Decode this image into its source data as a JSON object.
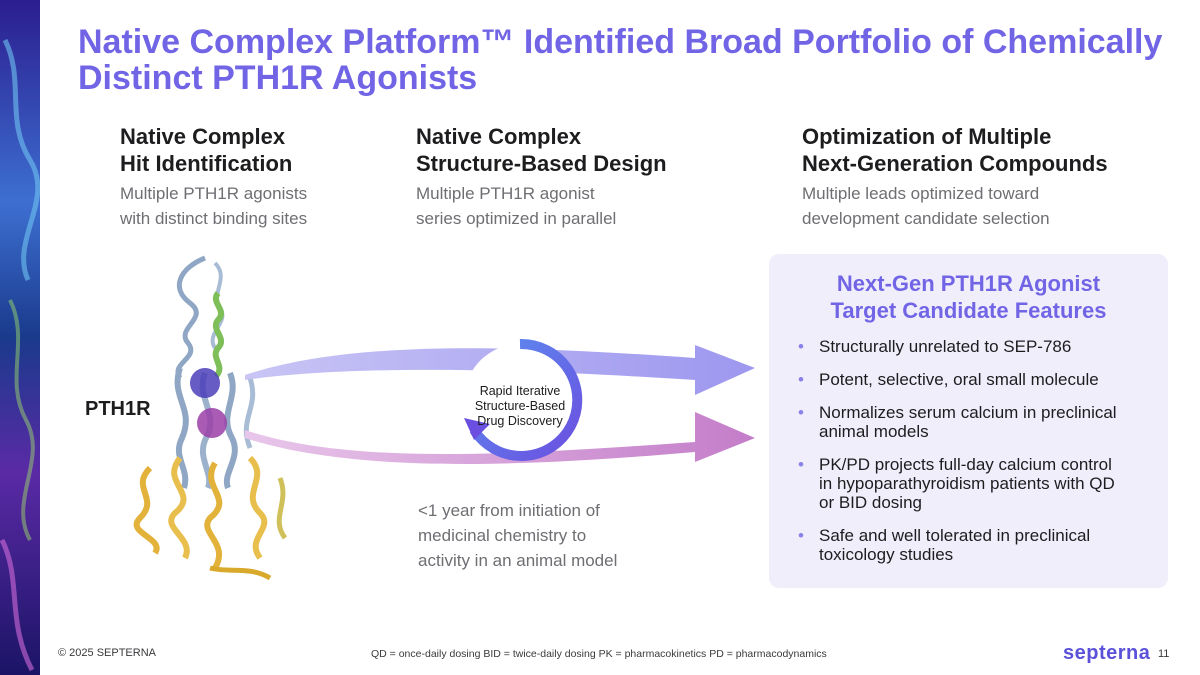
{
  "title": "Native Complex Platform™ Identified Broad Portfolio of Chemically Distinct PTH1R Agonists",
  "columns": [
    {
      "heading": [
        "Native Complex",
        "Hit Identification"
      ],
      "subtitle": [
        "Multiple PTH1R agonists",
        "with distinct binding sites"
      ]
    },
    {
      "heading": [
        "Native Complex",
        "Structure-Based Design"
      ],
      "subtitle": [
        "Multiple PTH1R agonist",
        "series optimized in parallel"
      ]
    },
    {
      "heading": [
        "Optimization of Multiple",
        "Next-Generation Compounds"
      ],
      "subtitle": [
        "Multiple leads optimized toward",
        "development candidate selection"
      ]
    }
  ],
  "protein": {
    "label": "PTH1R"
  },
  "cycle": {
    "text": [
      "Rapid Iterative",
      "Structure-Based",
      "Drug Discovery"
    ]
  },
  "timeline_note": [
    "<1 year from initiation of",
    "medicinal chemistry to",
    "activity in an animal model"
  ],
  "panel": {
    "title": [
      "Next-Gen PTH1R Agonist",
      "Target Candidate Features"
    ],
    "bullet_char": "•",
    "features": [
      "Structurally unrelated to SEP-786",
      "Potent, selective, oral small molecule",
      "Normalizes serum calcium in preclinical animal models",
      "PK/PD projects full-day calcium control in hypoparathyroidism patients with QD or BID dosing",
      "Safe and well tolerated in preclinical toxicology studies"
    ]
  },
  "footer": {
    "copyright": "© 2025 SEPTERNA",
    "abbreviations": "QD = once-daily dosing  BID = twice-daily dosing  PK = pharmacokinetics  PD = pharmacodynamics",
    "logo_text": "septerna",
    "page_number": "11"
  },
  "colors": {
    "accent": "#7165e6",
    "panel_bg": "#f0eefb",
    "arrow_top": "#9d97ef",
    "arrow_bottom": "#c47dc9",
    "protein_blue": "#8fa7c4",
    "protein_green": "#7fbf5a",
    "protein_gold": "#e2b23a"
  },
  "icons": [
    "protein-structure-icon",
    "binding-site-icon",
    "cycle-arrow-icon",
    "right-arrow-icon"
  ]
}
